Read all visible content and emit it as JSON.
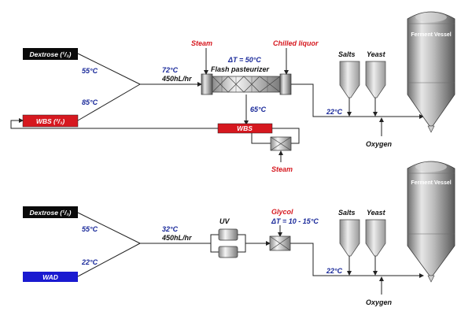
{
  "top": {
    "dextrose": "Dextrose (¹/₃)",
    "wbs_source": "WBS (²/₃)",
    "temp_dextrose": "55°C",
    "temp_wbs": "85°C",
    "mix_temp": "72°C",
    "flow": "450hL/hr",
    "steam": "Steam",
    "chilled": "Chilled liquor",
    "delta_t": "ΔT = 50°C",
    "pasteurizer": "Flash pasteurizer",
    "return_temp": "65°C",
    "wbs_heater": "WBS",
    "steam_bottom": "Steam",
    "salts": "Salts",
    "yeast": "Yeast",
    "inlet_temp": "22°C",
    "oxygen": "Oxygen",
    "vessel": "Ferment Vessel"
  },
  "bottom": {
    "dextrose": "Dextrose (¹/₃)",
    "wad": "WAD",
    "temp_dextrose": "55°C",
    "temp_wad": "22°C",
    "mix_temp": "32°C",
    "flow": "450hL/hr",
    "uv": "UV",
    "glycol": "Glycol",
    "delta_t": "ΔT = 10 - 15°C",
    "salts": "Salts",
    "yeast": "Yeast",
    "inlet_temp": "22°C",
    "oxygen": "Oxygen",
    "vessel": "Ferment Vessel"
  },
  "colors": {
    "dextrose_box": "#0a0a0a",
    "wbs_box": "#d6181f",
    "wad_box": "#1a1ad0",
    "label_blue": "#1a2a9a",
    "label_red": "#d6181f"
  }
}
